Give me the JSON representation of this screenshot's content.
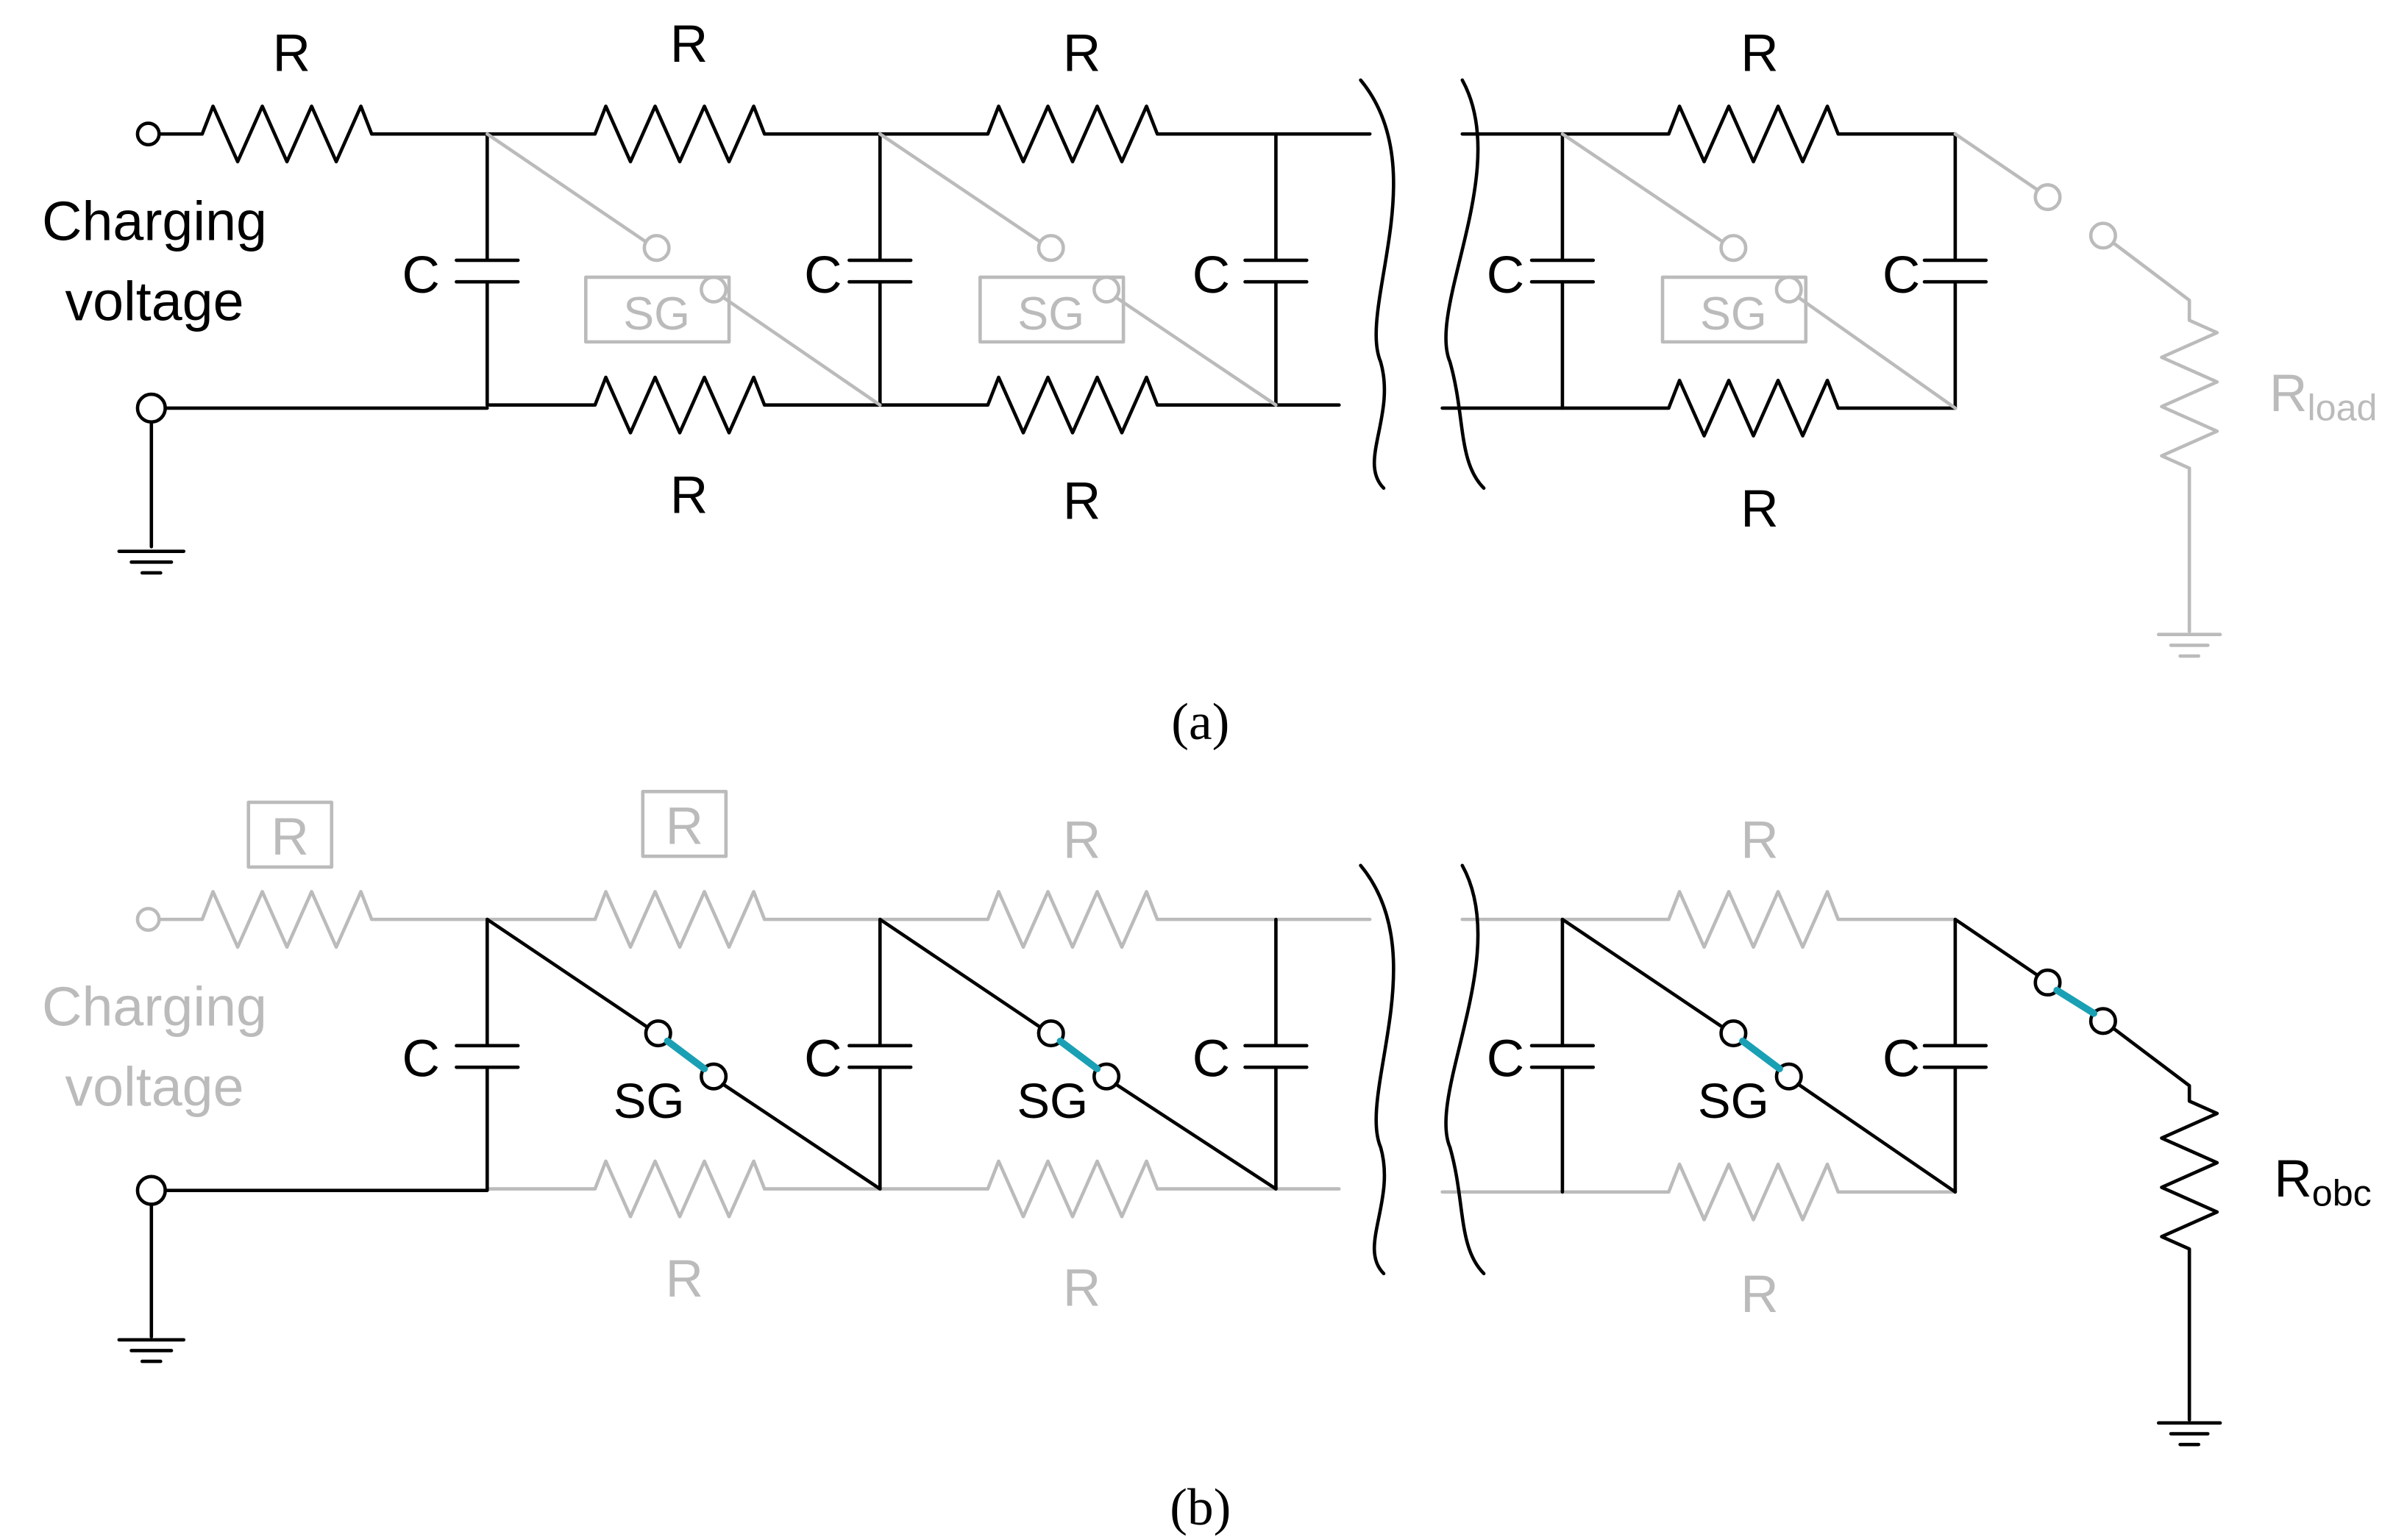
{
  "colors": {
    "active": "#000000",
    "inactive": "#bbbbbb",
    "spark": "#1aa0b4",
    "background": "#ffffff"
  },
  "labels": {
    "resistor": "R",
    "capacitor": "C",
    "spark_gap": "SG",
    "charging_line1": "Charging",
    "charging_line2": "voltage",
    "rload_main": "R",
    "rload_sub": "load",
    "robc_main": "R",
    "robc_sub": "obc"
  },
  "captions": {
    "a": "(a)",
    "b": "(b)"
  }
}
